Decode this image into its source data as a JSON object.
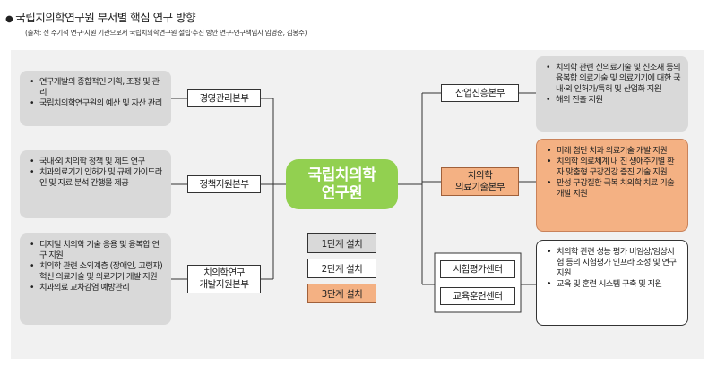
{
  "header": {
    "title": "국립치의학연구원 부서별 핵심 연구 방향",
    "source": "(출처: 전 주기적 연구·지원 기관으로서 국립치의학연구원 설립·추진 방안 연구-연구책임자 임영준, 김봉주)"
  },
  "center": {
    "line1": "국립치의학",
    "line2": "연구원"
  },
  "left": [
    {
      "label_lines": [
        "경영관리본부"
      ],
      "items": [
        "연구개발의 종합적인 기획, 조정 및 관리",
        "국립치의학연구원의 예산 및 자산 관리"
      ]
    },
    {
      "label_lines": [
        "정책지원본부"
      ],
      "items": [
        "국내·외 치의학 정책 및 제도 연구",
        "치과의료기기 인허가 및 규제 가이드라인 및 자료 분석 간행물 제공"
      ]
    },
    {
      "label_lines": [
        "치의학연구",
        "개발지원본부"
      ],
      "items": [
        "디지털 치의학 기술 응용 및 융복합 연구 지원",
        "치의학 관련 소외계층 (장애인, 고령자) 혁신 의료기술 및 의료기기 개발 지원",
        "치과의료 교차감염 예방관리"
      ]
    }
  ],
  "right": [
    {
      "label_lines": [
        "산업진흥본부"
      ],
      "items": [
        "치의학 관련 신의료기술 및 신소재 등의 융복합 의료기술 및 의료기기에 대한 국내·외 인허가/특허 및 산업화 지원",
        "해외 진출 지원"
      ]
    },
    {
      "label_lines": [
        "치의학",
        "의료기술본부"
      ],
      "items": [
        "미래 첨단 치과 의료기술 개발 지원",
        "치의학 의료체계 내 진 생애주기별 환자 맞춤형 구강건강 증진 기술 지원",
        "만성 구강질환 극복 치의학 치료 기술 개발 지원"
      ]
    },
    {
      "label_lines": [
        "시험평가센터"
      ],
      "items": [
        "치의학 관련 성능 평가 비임상/임상시험 등의 시험평가 인프라 조성 및 연구 지원"
      ]
    },
    {
      "label_lines": [
        "교육훈련센터"
      ],
      "items": [
        "교육 및 훈련 시스템 구축 및 지원"
      ]
    }
  ],
  "legend": [
    "1단계 설치",
    "2단계 설치",
    "3단계 설치"
  ],
  "colors": {
    "center_fill": "#92d050",
    "stage1_gray": "#d9d9d9",
    "stage2_white": "#ffffff",
    "stage3_peach": "#f4b183"
  }
}
